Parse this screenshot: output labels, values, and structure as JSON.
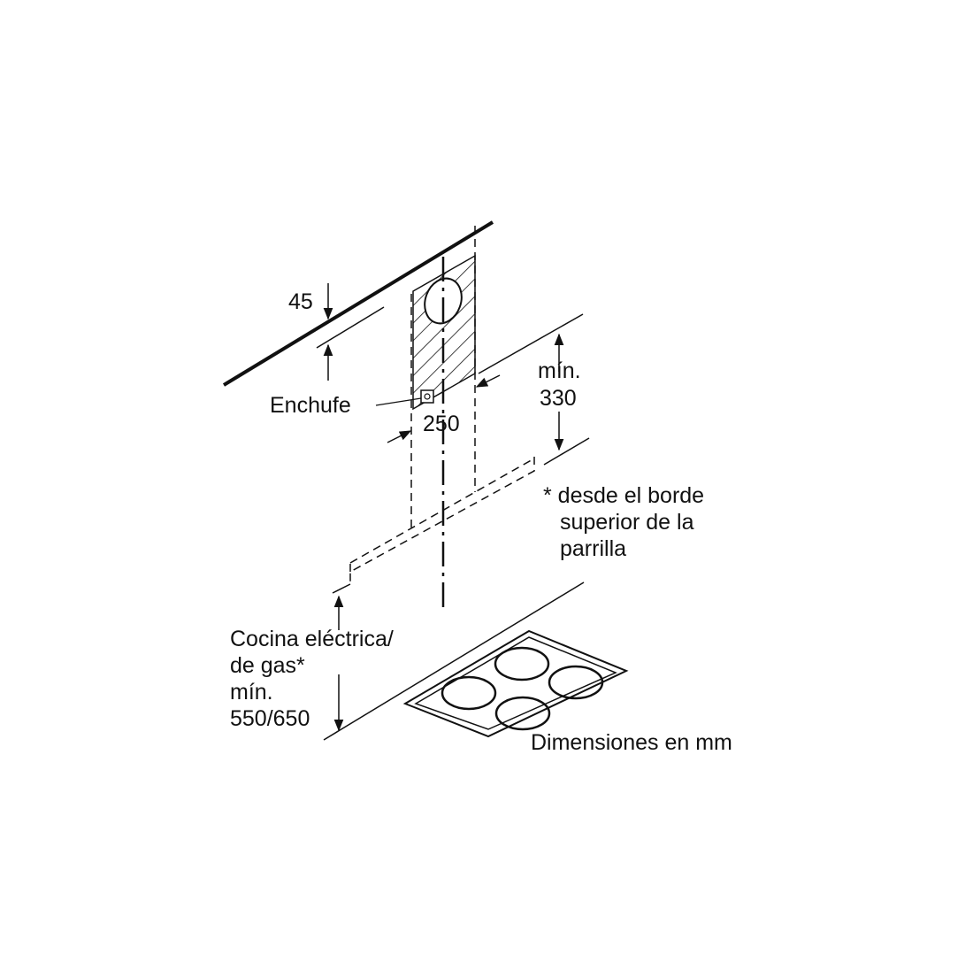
{
  "colors": {
    "ink": "#111111",
    "background": "#ffffff"
  },
  "labels": {
    "dim_ceiling": "45",
    "socket": "Enchufe",
    "width": "250",
    "min_height_line1": "mín.",
    "min_height_line2": "330",
    "footnote_line1": "* desde el borde",
    "footnote_line2": "superior de la",
    "footnote_line3": "parrilla",
    "hob_line1": "Cocina eléctrica/",
    "hob_line2": "de gas*",
    "hob_line3": "mín.",
    "hob_line4": "550/650",
    "units": "Dimensiones en mm"
  }
}
